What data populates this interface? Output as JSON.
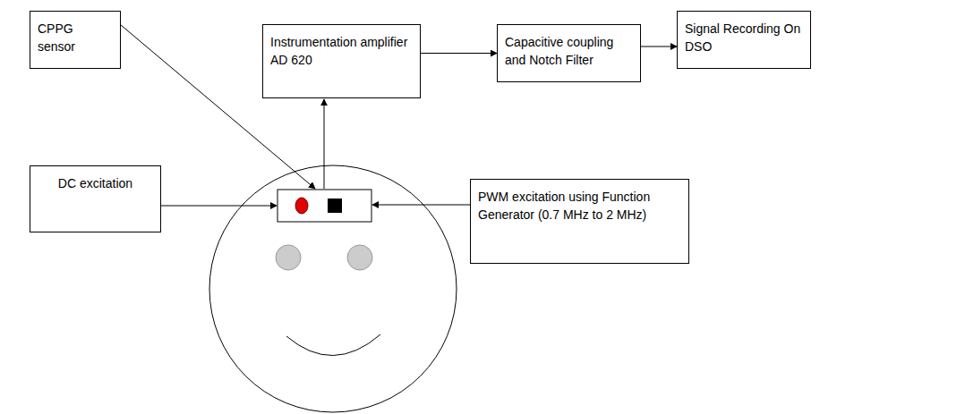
{
  "diagram": {
    "nodes": [
      {
        "text": [
          "CPPG sensor"
        ]
      },
      {
        "text": [
          "Instrumentation amplifier AD 620"
        ]
      },
      {
        "text": [
          "Capacitive coupling and Notch Filter"
        ]
      },
      {
        "text": [
          "Signal Recording On DSO"
        ]
      },
      {
        "text": [
          "DC excitation"
        ]
      },
      {
        "text": [
          "PWM excitation using Function Generator (0.7 MHz to 2 MHz)"
        ]
      }
    ],
    "edges": [
      {
        "from": 1,
        "to": 2,
        "arrow": "to"
      },
      {
        "from": 2,
        "to": 3,
        "arrow": "to"
      }
    ]
  }
}
